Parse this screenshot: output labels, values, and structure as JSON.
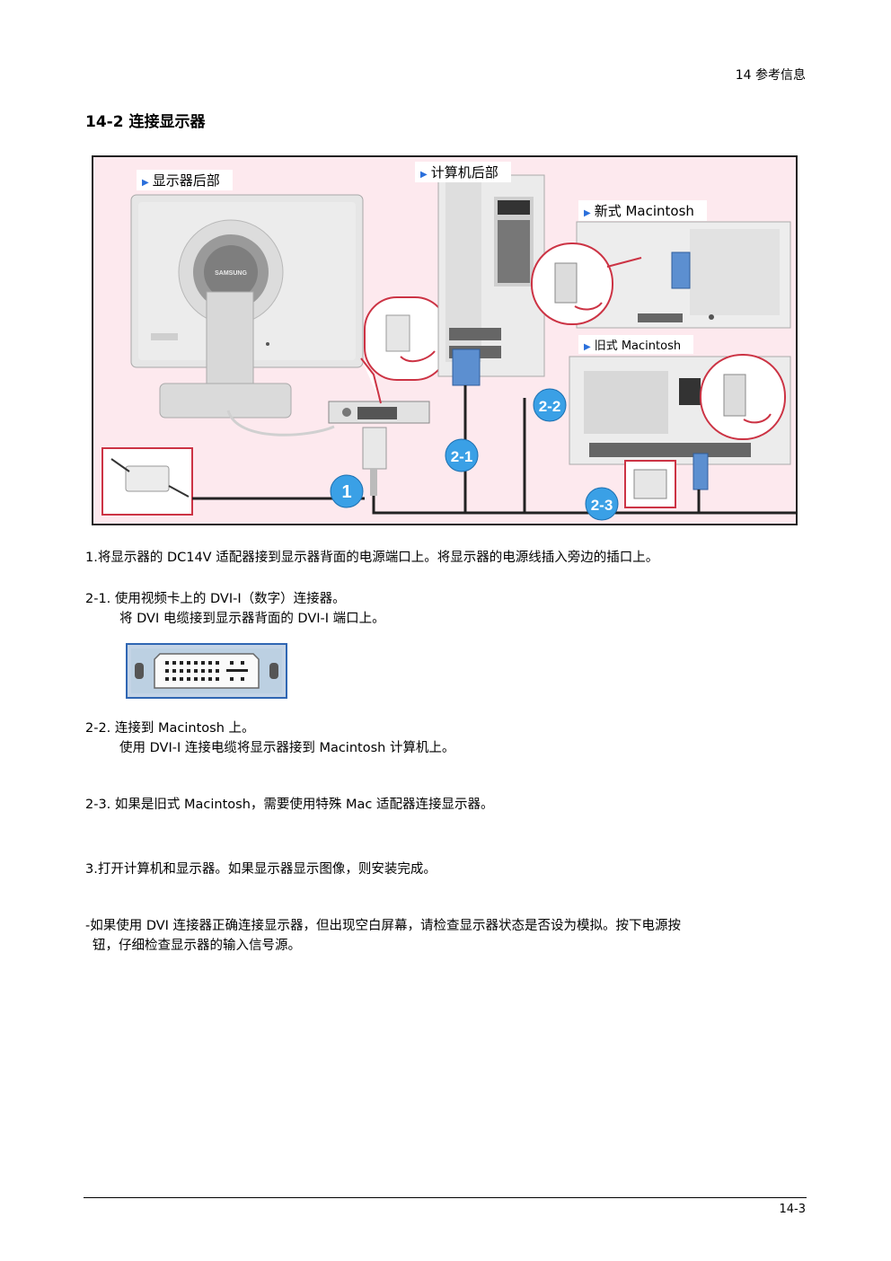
{
  "header": {
    "chapter": "14 参考信息"
  },
  "section": {
    "title": "14-2 连接显示器"
  },
  "diagram": {
    "label_monitor_back": "显示器后部",
    "label_computer_back": "计算机后部",
    "label_new_mac": "新式 Macintosh",
    "label_old_mac": "旧式 Macintosh",
    "monitor_brand": "SAMSUNG",
    "badges": [
      "1",
      "2-1",
      "2-2",
      "2-3"
    ]
  },
  "steps": {
    "s1": "1.将显示器的 DC14V 适配器接到显示器背面的电源端口上。将显示器的电源线插入旁边的插口上。",
    "s2_1_a": "2-1.  使用视频卡上的 DVI-I（数字）连接器。",
    "s2_1_b": "将 DVI 电缆接到显示器背面的 DVI-I 端口上。",
    "s2_2_a": "2-2.  连接到 Macintosh 上。",
    "s2_2_b": "使用 DVI-I 连接电缆将显示器接到 Macintosh 计算机上。",
    "s2_3": "2-3.  如果是旧式 Macintosh，需要使用特殊 Mac 适配器连接显示器。",
    "s3": "3.打开计算机和显示器。如果显示器显示图像，则安装完成。",
    "note_a": "-如果使用  DVI  连接器正确连接显示器，但出现空白屏幕，请检查显示器状态是否设为模拟。按下电源按",
    "note_b": "钮，仔细检查显示器的输入信号源。"
  },
  "footer": {
    "page": "14-3"
  }
}
